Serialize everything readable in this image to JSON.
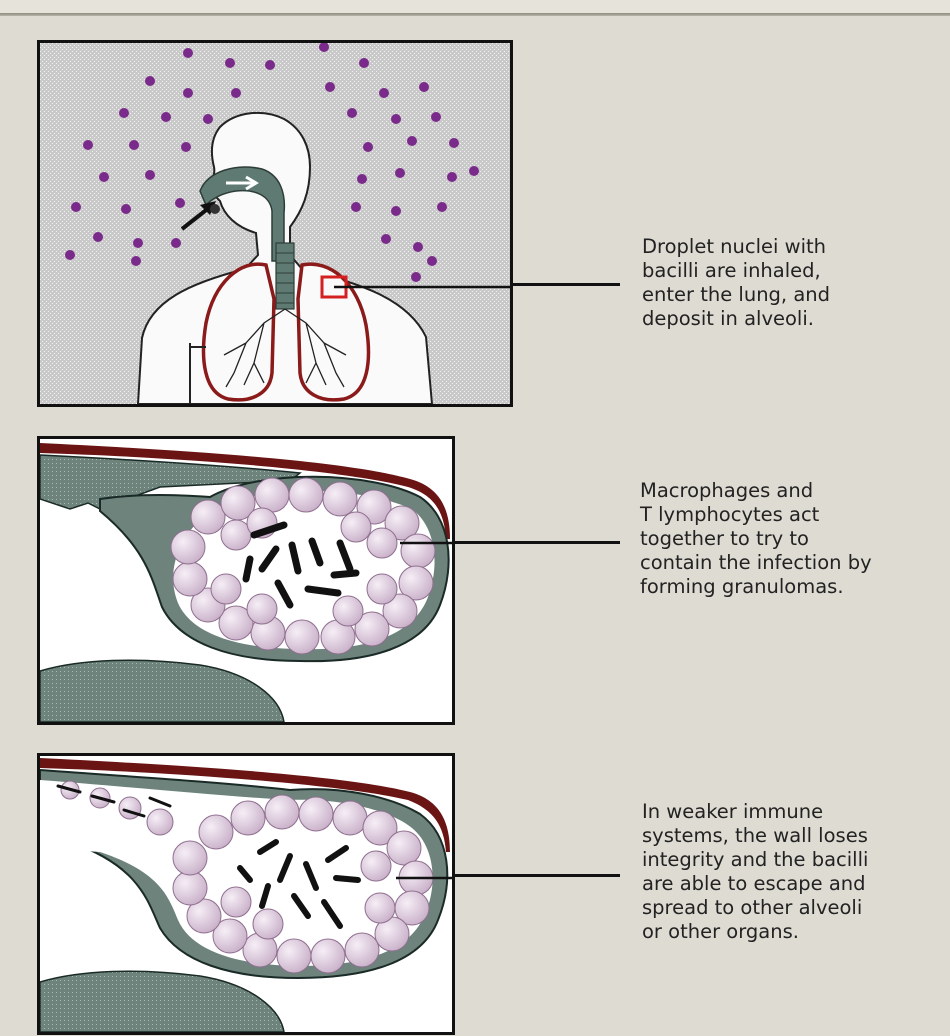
{
  "panels": [
    {
      "caption": "Droplet nuclei with\nbacilli are inhaled,\nenter the lung, and\ndeposit in alveoli."
    },
    {
      "caption": "Macrophages and\nT lymphocytes act\ntogether to try to\ncontain the infection by\nforming granulomas."
    },
    {
      "caption": "In weaker immune\nsystems, the wall loses\nintegrity and the bacilli\nare able to escape and\nspread to other alveoli\nor other organs."
    }
  ],
  "colors": {
    "background": "#dedbd2",
    "droplet": "#7a2a8a",
    "lung_outline": "#8b1a1a",
    "airway": "#5f7a72",
    "cell_fill": "#ddc9dc",
    "highlight_box": "#d42020"
  }
}
